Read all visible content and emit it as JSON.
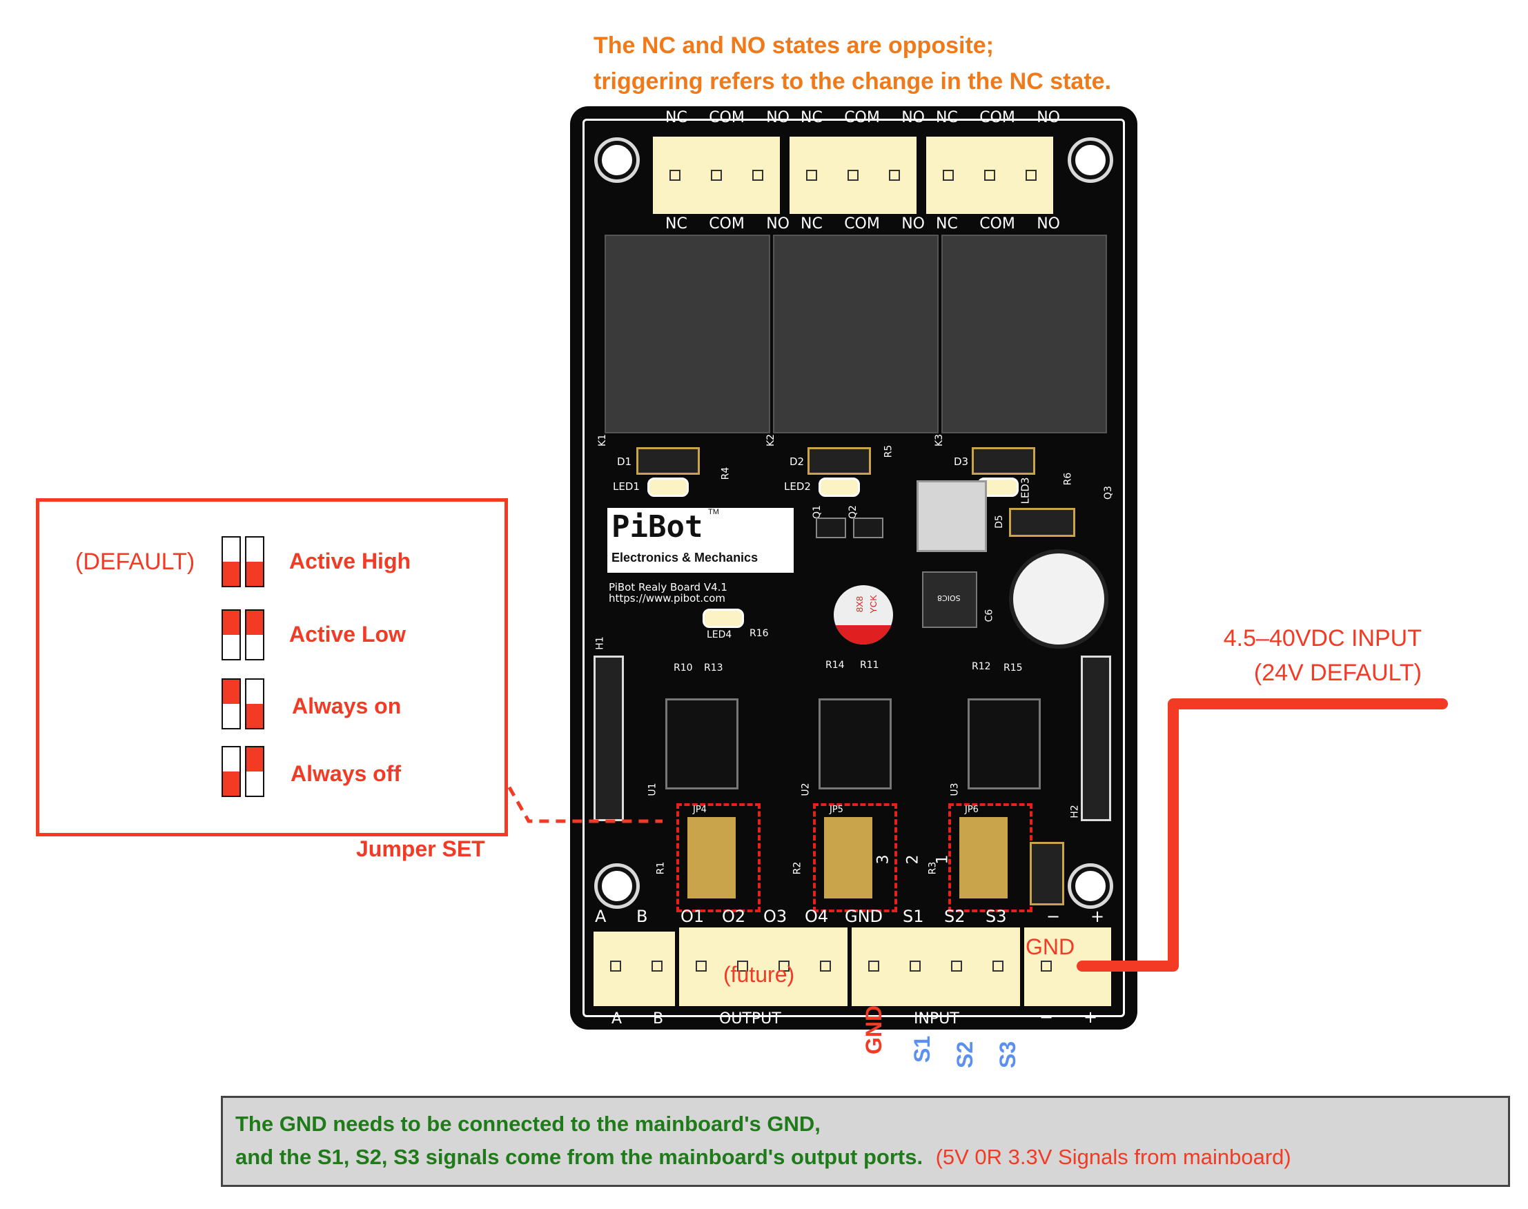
{
  "top_note": {
    "line1": "The NC and NO states are opposite;",
    "line2": "triggering refers to the change in the NC state."
  },
  "board": {
    "relays": [
      {
        "top_labels": [
          "NC",
          "COM",
          "NO"
        ],
        "bottom_labels": [
          "NC",
          "COM",
          "NO"
        ],
        "k": "K1",
        "d": "D1",
        "led": "LED1",
        "r": "R4"
      },
      {
        "top_labels": [
          "NC",
          "COM",
          "NO"
        ],
        "bottom_labels": [
          "NC",
          "COM",
          "NO"
        ],
        "k": "K2",
        "d": "D2",
        "led": "LED2",
        "r": "R5"
      },
      {
        "top_labels": [
          "NC",
          "COM",
          "NO"
        ],
        "bottom_labels": [
          "NC",
          "COM",
          "NO"
        ],
        "k": "K3",
        "d": "D3",
        "led": "LED3",
        "r": "R6"
      }
    ],
    "logo": {
      "name": "PiBot",
      "tm": "TM",
      "subtitle": "Electronics & Mechanics"
    },
    "board_name": "PiBot Realy Board V4.1",
    "url": "https://www.pibot.com",
    "parts": {
      "q1": "Q1",
      "q2": "Q2",
      "q3": "Q3",
      "d5": "D5",
      "c6": "C6",
      "led4": "LED4",
      "r16": "R16",
      "cap": "8X8",
      "cap_brand": "YCK",
      "ic": "SOIC8",
      "h1": "H1",
      "h2": "H2",
      "r10": "R10",
      "r13": "R13",
      "r14": "R14",
      "r11": "R11",
      "r12": "R12",
      "r15": "R15",
      "u1": "U1",
      "u2": "U2",
      "u3": "U3",
      "jp4": "JP4",
      "jp5": "JP5",
      "jp6": "JP6",
      "r1": "R1",
      "r2": "R2",
      "r3": "R3",
      "jp_nums": [
        "1",
        "2",
        "3"
      ]
    },
    "bottom_top_labels": [
      "A",
      "B",
      "O1",
      "O2",
      "O3",
      "O4",
      "GND",
      "S1",
      "S2",
      "S3",
      "−",
      "+"
    ],
    "bottom_labels": {
      "a": "A",
      "b": "B",
      "output": "OUTPUT",
      "input": "INPUT",
      "minus": "−",
      "plus": "+"
    },
    "future": "(future)",
    "gnd_power": "GND"
  },
  "power_note": {
    "line1": "4.5–40VDC INPUT",
    "line2": "(24V DEFAULT)"
  },
  "legend": {
    "default": "(DEFAULT)",
    "items": [
      {
        "label": "Active High",
        "left_fill": "bottom",
        "right_fill": "bottom"
      },
      {
        "label": "Active Low",
        "left_fill": "top",
        "right_fill": "top"
      },
      {
        "label": "Always on",
        "left_fill": "top",
        "right_fill": "bottom"
      },
      {
        "label": "Always off",
        "left_fill": "bottom",
        "right_fill": "top"
      }
    ],
    "caption": "Jumper SET"
  },
  "signals": {
    "gnd": "GND",
    "s1": "S1",
    "s2": "S2",
    "s3": "S3"
  },
  "bottom_note": {
    "line1": "The GND needs to be connected to the mainboard's GND,",
    "line2": "and the S1, S2, S3 signals come from the mainboard's output ports.",
    "line2_red": "(5V 0R 3.3V Signals from mainboard)"
  },
  "colors": {
    "accent_orange": "#f07a1a",
    "accent_red": "#f23a24",
    "signal_blue": "#5b8ff0",
    "note_green": "#1f7a1a"
  }
}
